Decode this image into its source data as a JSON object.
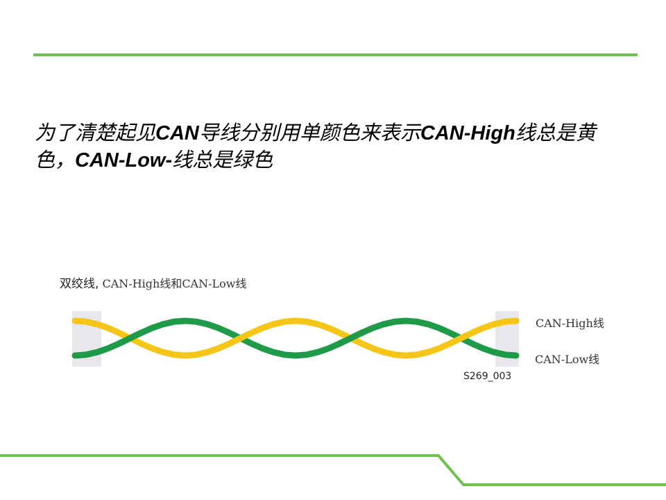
{
  "headline": {
    "part1": "为了清楚起见",
    "part2": "CAN",
    "part3": "导线分别用单颜色来表示",
    "part4": "CAN-High",
    "part5": "线总是黄色，",
    "part6": "CAN-Low-",
    "part7": "线总是绿色"
  },
  "diagram": {
    "title_prefix": "双绞线,",
    "title_suffix": " CAN-High线和CAN-Low线",
    "high_label": "CAN-High线",
    "low_label": "CAN-Low线",
    "figure_code": "S269_003"
  },
  "colors": {
    "accent_green": "#6cc24a",
    "wire_high": "#f5c518",
    "wire_low": "#1e9a48",
    "end_block": "#e8e8ec"
  }
}
